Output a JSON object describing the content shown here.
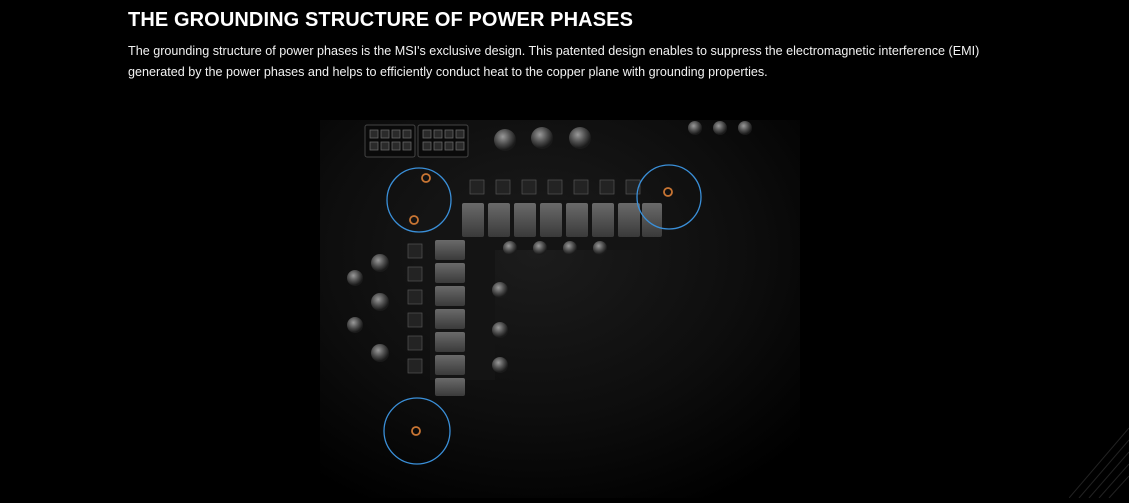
{
  "section": {
    "title": "THE GROUNDING STRUCTURE OF POWER PHASES",
    "description": "The grounding structure of power phases is the MSI's exclusive design. This patented design enables to suppress the electromagnetic interference (EMI) generated by the power phases and helps to efficiently conduct heat to the copper plane with grounding properties."
  },
  "image": {
    "alt": "Motherboard power phase area with grounding points circled",
    "highlight_color": "#3a8fd8"
  }
}
